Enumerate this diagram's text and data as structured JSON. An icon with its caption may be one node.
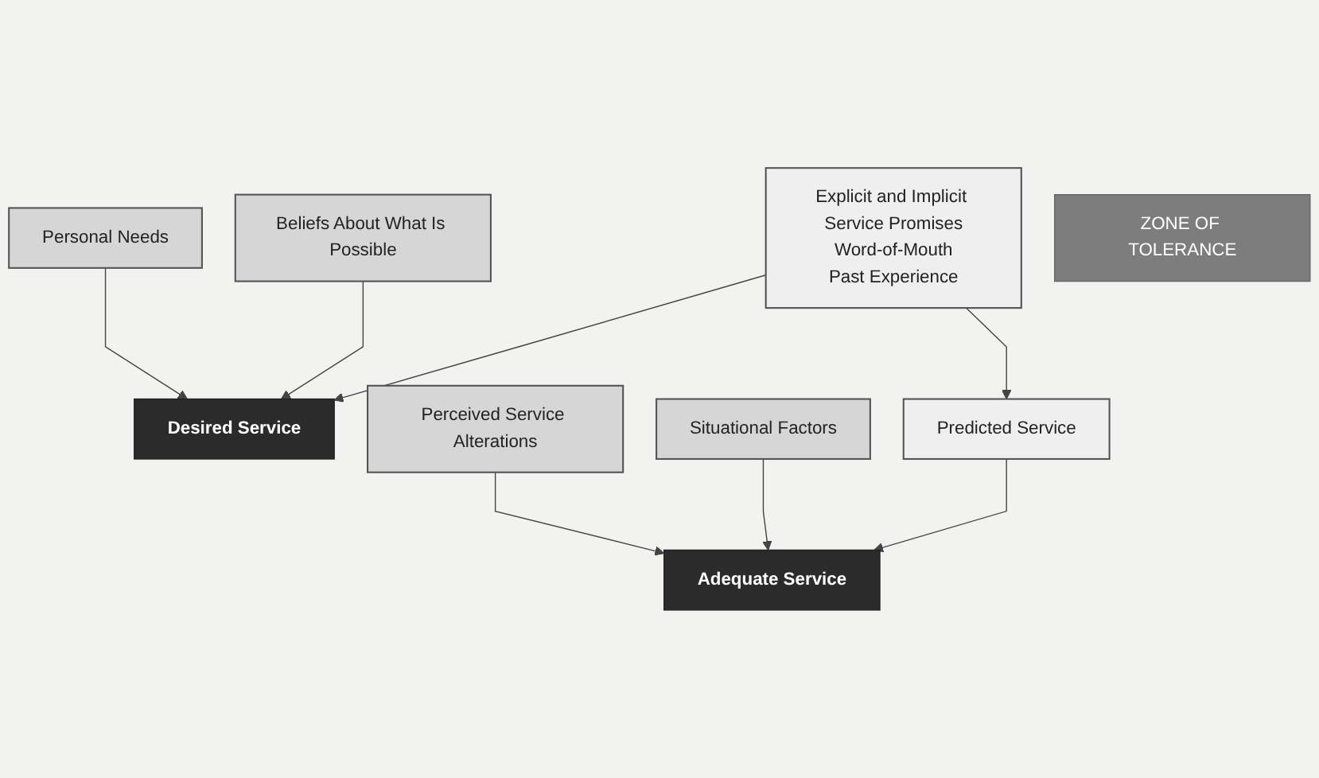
{
  "diagram": {
    "nodes": [
      {
        "text": [
          "Personal Needs"
        ]
      },
      {
        "text": [
          "Beliefs About What Is Possible"
        ]
      },
      {
        "text": [
          "Perceived Service Alterations"
        ]
      },
      {
        "text": [
          "Situational Factors"
        ]
      },
      {
        "text": [
          "Desired Service"
        ]
      },
      {
        "text": [
          "ZONE OF TOLERANCE"
        ]
      },
      {
        "text": [
          "Adequate Service"
        ]
      },
      {
        "text": [
          "Explicit and Implicit Service Promises",
          "Word-of-Mouth",
          "Past Experience"
        ]
      },
      {
        "text": [
          "Predicted Service"
        ]
      }
    ],
    "edges": [
      {
        "from": 0,
        "to": 4,
        "arrow": "to"
      },
      {
        "from": 1,
        "to": 4,
        "arrow": "to"
      },
      {
        "from": 2,
        "to": 6,
        "arrow": "to"
      },
      {
        "from": 3,
        "to": 6,
        "arrow": "to"
      },
      {
        "from": 7,
        "to": 4,
        "arrow": "to"
      },
      {
        "from": 7,
        "to": 8,
        "arrow": "to"
      },
      {
        "from": 8,
        "to": 6,
        "arrow": "to"
      }
    ]
  }
}
